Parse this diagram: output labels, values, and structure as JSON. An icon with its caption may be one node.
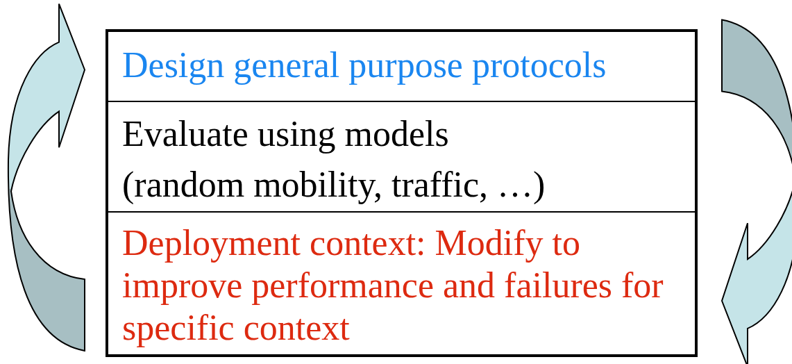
{
  "diagram": {
    "nodes": [
      {
        "text": [],
        "shape": "box"
      },
      {
        "text": [
          "Design general purpose protocols"
        ],
        "in": 0
      },
      {
        "text": [
          "Evaluate using models",
          "(random mobility, traffic, …)"
        ],
        "in": 0
      },
      {
        "text": [
          "Deployment context: Modify to improve performance and failures for specific context"
        ],
        "in": 0
      }
    ],
    "edges": [
      {
        "from": 3,
        "to": 1,
        "arrow": "to",
        "style": "thick"
      },
      {
        "from": 1,
        "to": 3,
        "arrow": "to",
        "style": "thick"
      }
    ]
  }
}
